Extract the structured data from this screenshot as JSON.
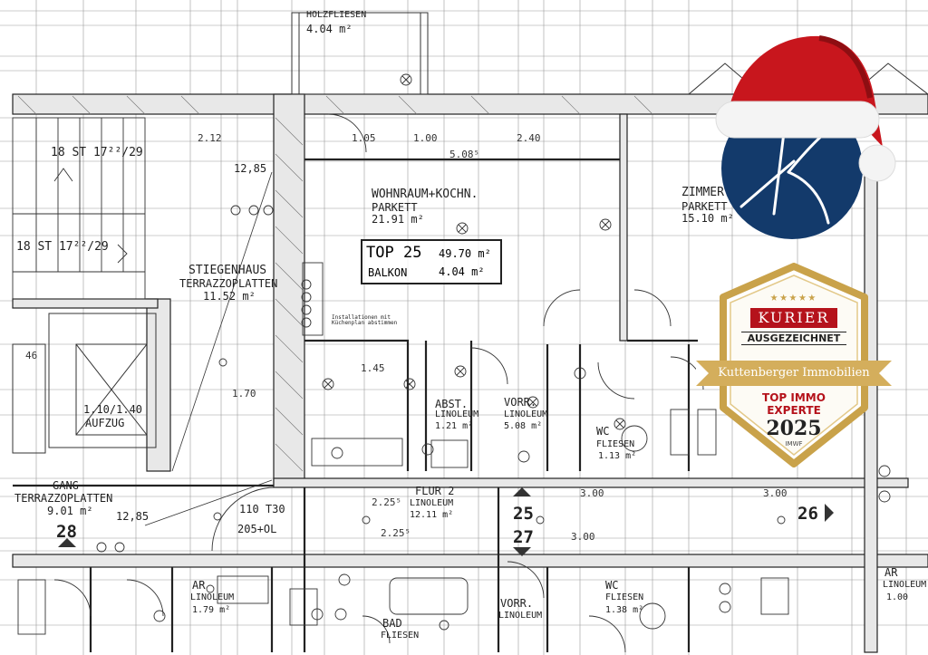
{
  "plan": {
    "unit": {
      "top_label": "TOP",
      "number": "25",
      "area": "49.70 m²",
      "balcony_label": "BALKON",
      "balcony_area": "4.04 m²"
    },
    "rooms": [
      {
        "name": "WOHNRAUM+KOCHN.",
        "floor": "PARKETT",
        "area": "21.91 m²"
      },
      {
        "name": "ZIMMER",
        "floor": "PARKETT",
        "area": "15.10 m²"
      },
      {
        "name": "STIEGENHAUS",
        "floor": "TERRAZZOPLATTEN",
        "area": "11.52 m²"
      },
      {
        "name": "ABST.",
        "floor": "LINOLEUM",
        "area": "1.21 m²"
      },
      {
        "name": "VORR.",
        "floor": "LINOLEUM",
        "area": "5.08 m²"
      },
      {
        "name": "WC",
        "floor": "FLIESEN",
        "area": "1.13 m²"
      },
      {
        "name": "FLUR 2",
        "floor": "LINOLEUM",
        "area": "12.11 m²"
      },
      {
        "name": "GANG",
        "floor": "TERRAZZOPLATTEN",
        "area": "9.01 m²"
      },
      {
        "name": "AR",
        "floor": "LINOLEUM",
        "area": "1.79 m²"
      },
      {
        "name": "WC",
        "floor": "FLIESEN",
        "area": "1.38 m²"
      },
      {
        "name": "BAD",
        "floor": "FLIESEN",
        "area": ""
      },
      {
        "name": "VORR.",
        "floor": "LINOLEUM",
        "area": ""
      },
      {
        "name": "AR",
        "floor": "LINOLEUM",
        "area": "1.00"
      },
      {
        "name": "HOLZFLIESEN",
        "floor": "",
        "area": "4.04 m²"
      }
    ],
    "stairs": [
      "18 ST 17²²/29",
      "18 ST 17²²/29"
    ],
    "elevator": {
      "size": "1.10/1.40",
      "label": "AUFZUG"
    },
    "neighbor_numbers": [
      "25",
      "26",
      "27",
      "28"
    ],
    "levels": [
      "12,85",
      "12,85"
    ],
    "door": {
      "code": "110 T30",
      "size": "205+OL"
    },
    "installation_note": "Installationen mit Küchenplan abstimmen"
  },
  "logo": {
    "icon": "k-monogram-icon",
    "hat": "santa-hat-icon",
    "color": "#133a6b"
  },
  "badge": {
    "brand": "KURIER",
    "line1": "AUSGEZEICHNET",
    "ribbon": "Kuttenberger Immobilien",
    "title1": "TOP IMMO",
    "title2": "EXPERTE",
    "year": "2025",
    "footer": "IMWF",
    "stars": 5,
    "gold": "#c9a24a",
    "red": "#b5121b"
  }
}
